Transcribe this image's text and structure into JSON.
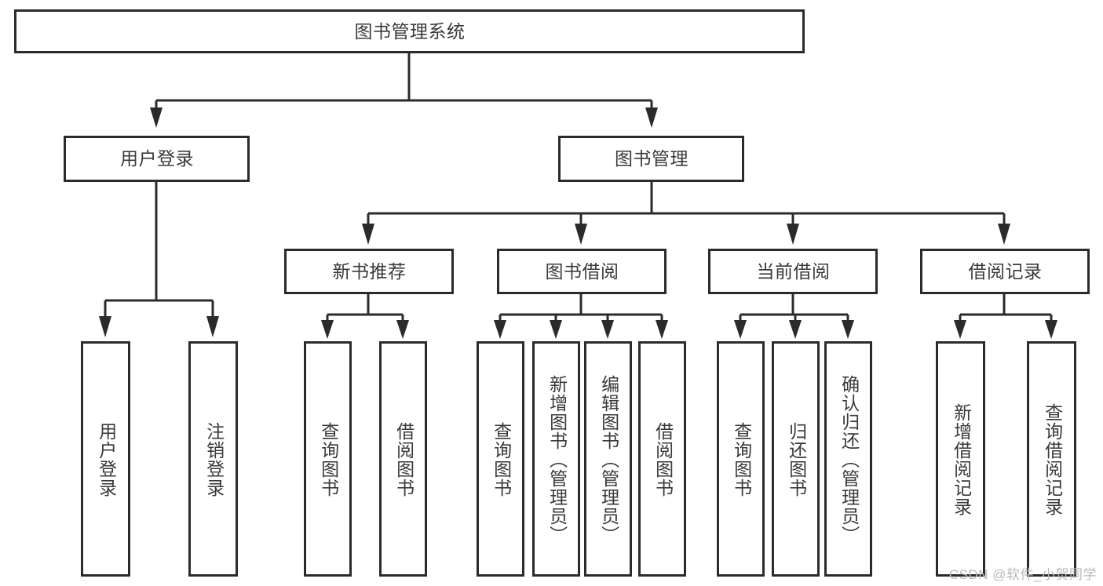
{
  "diagram": {
    "title": "图书管理系统",
    "type": "hierarchy-tree",
    "orientation": "top-down",
    "levels": 4,
    "colors": {
      "stroke": "#2b2b2b",
      "fill": "#ffffff",
      "text": "#3a3a3a",
      "watermark": "#b9b9b9",
      "background": "#ffffff"
    },
    "nodes": {
      "root": {
        "label": "图书管理系统"
      },
      "level2": [
        {
          "id": "user-login",
          "label": "用户登录"
        },
        {
          "id": "book-management",
          "label": "图书管理"
        }
      ],
      "level3": [
        {
          "id": "new-book-recommend",
          "label": "新书推荐",
          "parent": "book-management"
        },
        {
          "id": "book-borrow",
          "label": "图书借阅",
          "parent": "book-management"
        },
        {
          "id": "current-borrow",
          "label": "当前借阅",
          "parent": "book-management"
        },
        {
          "id": "borrow-record",
          "label": "借阅记录",
          "parent": "book-management"
        }
      ],
      "leaves": [
        {
          "id": "leaf-user-login",
          "label": "用户登录",
          "parent": "user-login"
        },
        {
          "id": "leaf-logout-login",
          "label": "注销登录",
          "parent": "user-login"
        },
        {
          "id": "leaf-query-book-1",
          "label": "查询图书",
          "parent": "new-book-recommend"
        },
        {
          "id": "leaf-borrow-book-1",
          "label": "借阅图书",
          "parent": "new-book-recommend"
        },
        {
          "id": "leaf-query-book-2",
          "label": "查询图书",
          "parent": "book-borrow"
        },
        {
          "id": "leaf-add-book",
          "label": "新增图书（管理员）",
          "parent": "book-borrow"
        },
        {
          "id": "leaf-edit-book",
          "label": "编辑图书（管理员）",
          "parent": "book-borrow"
        },
        {
          "id": "leaf-borrow-book-2",
          "label": "借阅图书",
          "parent": "book-borrow"
        },
        {
          "id": "leaf-query-book-3",
          "label": "查询图书",
          "parent": "current-borrow"
        },
        {
          "id": "leaf-return-book",
          "label": "归还图书",
          "parent": "current-borrow"
        },
        {
          "id": "leaf-confirm-return",
          "label": "确认归还（管理员）",
          "parent": "current-borrow"
        },
        {
          "id": "leaf-add-borrow-record",
          "label": "新增借阅记录",
          "parent": "borrow-record"
        },
        {
          "id": "leaf-query-borrow-record",
          "label": "查询借阅记录",
          "parent": "borrow-record"
        }
      ]
    },
    "watermark": "CSDN @软件_小贺同学"
  }
}
